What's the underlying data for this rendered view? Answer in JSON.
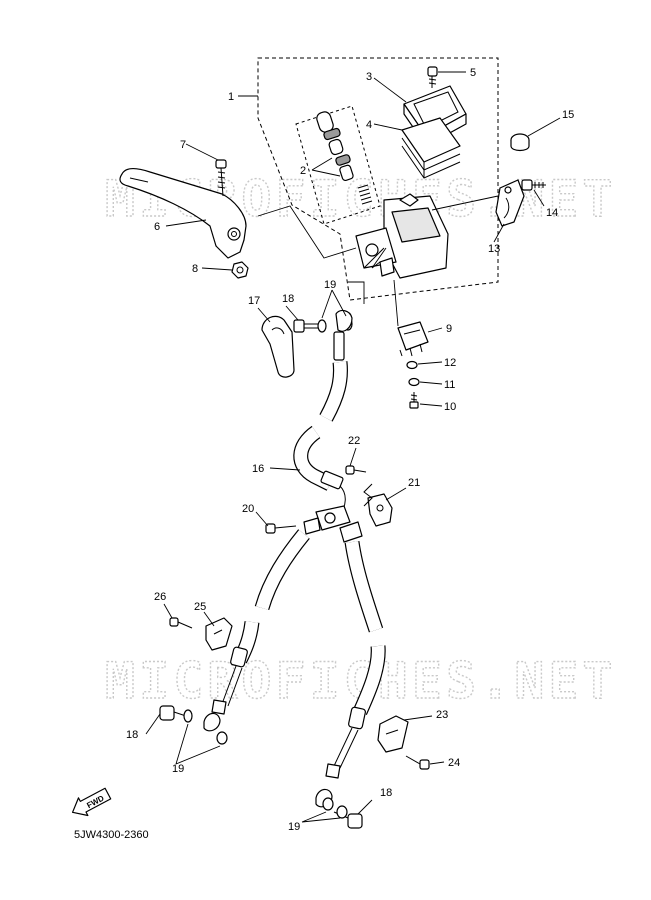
{
  "watermark": "MICROFICHES.NET",
  "diagram_code": "5JW4300-2360",
  "fwd_label": "FWD",
  "callouts": {
    "c1": "1",
    "c2": "2",
    "c3": "3",
    "c4": "4",
    "c5": "5",
    "c6": "6",
    "c7": "7",
    "c8": "8",
    "c9": "9",
    "c10": "10",
    "c11": "11",
    "c12": "12",
    "c13": "13",
    "c14": "14",
    "c15": "15",
    "c16": "16",
    "c17": "17",
    "c18a": "18",
    "c19a": "19",
    "c20": "20",
    "c21": "21",
    "c22": "22",
    "c23": "23",
    "c24": "24",
    "c25": "25",
    "c26": "26",
    "c18b": "18",
    "c19b": "19",
    "c18c": "18",
    "c19c": "19"
  },
  "colors": {
    "line": "#000000",
    "watermark": "#c9c9c9",
    "background": "#ffffff"
  }
}
